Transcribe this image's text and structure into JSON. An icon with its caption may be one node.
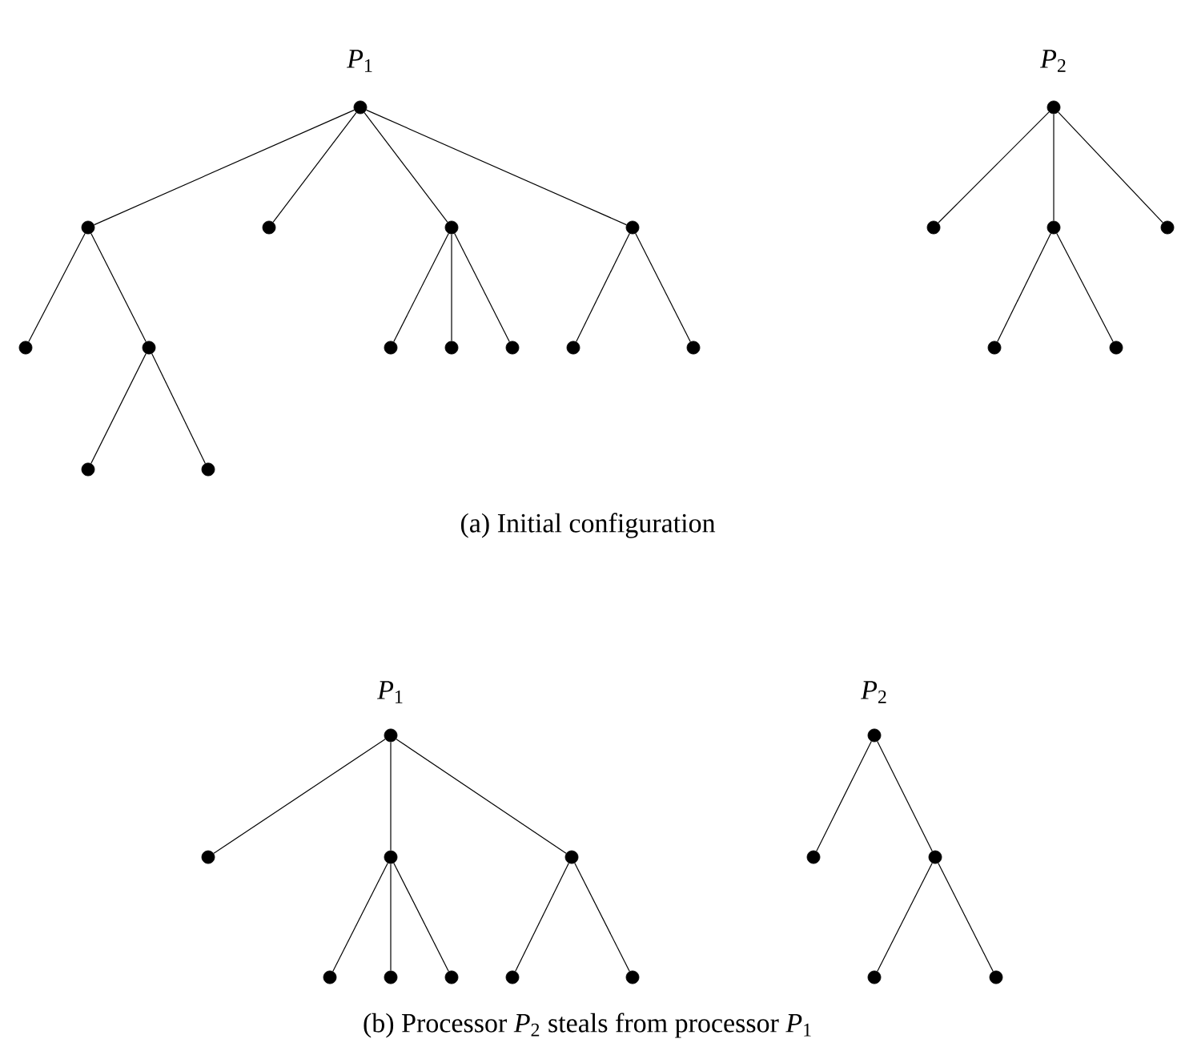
{
  "diagram": {
    "nodes": [
      {
        "text": [],
        "shape": "circle"
      },
      {
        "text": [],
        "shape": "circle"
      },
      {
        "text": [],
        "shape": "circle"
      },
      {
        "text": [],
        "shape": "circle"
      },
      {
        "text": [],
        "shape": "circle"
      },
      {
        "text": [],
        "shape": "circle"
      },
      {
        "text": [],
        "shape": "circle"
      },
      {
        "text": [],
        "shape": "circle"
      },
      {
        "text": [],
        "shape": "circle"
      },
      {
        "text": [],
        "shape": "circle"
      },
      {
        "text": [],
        "shape": "circle"
      },
      {
        "text": [],
        "shape": "circle"
      },
      {
        "text": [],
        "shape": "circle"
      },
      {
        "text": [],
        "shape": "circle"
      },
      {
        "text": [],
        "shape": "circle"
      },
      {
        "text": [],
        "shape": "circle"
      },
      {
        "text": [],
        "shape": "circle"
      },
      {
        "text": [],
        "shape": "circle"
      },
      {
        "text": [],
        "shape": "circle"
      },
      {
        "text": [],
        "shape": "circle"
      },
      {
        "text": [],
        "shape": "circle"
      },
      {
        "text": [],
        "shape": "circle"
      },
      {
        "text": [],
        "shape": "circle"
      },
      {
        "text": [],
        "shape": "circle"
      },
      {
        "text": [],
        "shape": "circle"
      },
      {
        "text": [],
        "shape": "circle"
      },
      {
        "text": [],
        "shape": "circle"
      },
      {
        "text": [],
        "shape": "circle"
      },
      {
        "text": [],
        "shape": "circle"
      },
      {
        "text": [],
        "shape": "circle"
      },
      {
        "text": [],
        "shape": "circle"
      },
      {
        "text": [],
        "shape": "circle"
      },
      {
        "text": [],
        "shape": "circle"
      },
      {
        "text": [],
        "shape": "circle"
      }
    ],
    "edges": [
      {
        "from": 0,
        "to": 1,
        "arrow": "none"
      },
      {
        "from": 0,
        "to": 2,
        "arrow": "none"
      },
      {
        "from": 0,
        "to": 3,
        "arrow": "none"
      },
      {
        "from": 0,
        "to": 4,
        "arrow": "none"
      },
      {
        "from": 1,
        "to": 5,
        "arrow": "none"
      },
      {
        "from": 1,
        "to": 6,
        "arrow": "none"
      },
      {
        "from": 6,
        "to": 7,
        "arrow": "none"
      },
      {
        "from": 6,
        "to": 8,
        "arrow": "none"
      },
      {
        "from": 3,
        "to": 9,
        "arrow": "none"
      },
      {
        "from": 3,
        "to": 10,
        "arrow": "none"
      },
      {
        "from": 3,
        "to": 11,
        "arrow": "none"
      },
      {
        "from": 4,
        "to": 12,
        "arrow": "none"
      },
      {
        "from": 4,
        "to": 13,
        "arrow": "none"
      },
      {
        "from": 14,
        "to": 15,
        "arrow": "none"
      },
      {
        "from": 14,
        "to": 16,
        "arrow": "none"
      },
      {
        "from": 14,
        "to": 17,
        "arrow": "none"
      },
      {
        "from": 16,
        "to": 18,
        "arrow": "none"
      },
      {
        "from": 16,
        "to": 19,
        "arrow": "none"
      },
      {
        "from": 20,
        "to": 21,
        "arrow": "none"
      },
      {
        "from": 20,
        "to": 22,
        "arrow": "none"
      },
      {
        "from": 20,
        "to": 23,
        "arrow": "none"
      },
      {
        "from": 22,
        "to": 24,
        "arrow": "none"
      },
      {
        "from": 22,
        "to": 25,
        "arrow": "none"
      },
      {
        "from": 22,
        "to": 26,
        "arrow": "none"
      },
      {
        "from": 23,
        "to": 27,
        "arrow": "none"
      },
      {
        "from": 23,
        "to": 28,
        "arrow": "none"
      },
      {
        "from": 29,
        "to": 30,
        "arrow": "none"
      },
      {
        "from": 29,
        "to": 31,
        "arrow": "none"
      },
      {
        "from": 31,
        "to": 32,
        "arrow": "none"
      },
      {
        "from": 31,
        "to": 33,
        "arrow": "none"
      }
    ],
    "labels": [
      "*P*$_{1}$",
      "*P*$_{2}$",
      "(a) Initial configuration",
      "*P*$_{1}$",
      "*P*$_{2}$",
      "(b) Processor *P*$_{2}$ steals from processor *P*$_{1}$"
    ]
  }
}
